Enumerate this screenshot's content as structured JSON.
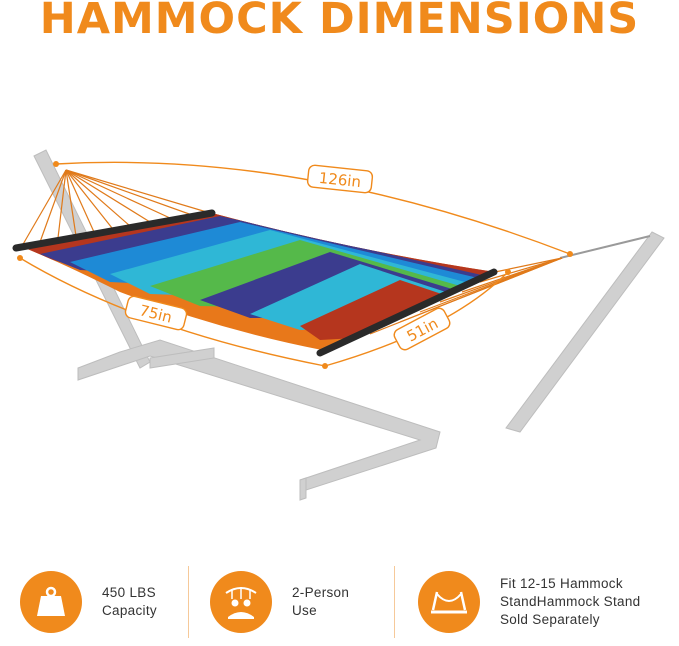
{
  "title": "HAMMOCK DIMENSIONS",
  "dimensions": {
    "length": "126in",
    "bed_length": "75in",
    "width": "51in"
  },
  "features": [
    {
      "icon": "weight-icon",
      "line1": "450 LBS",
      "line2": "Capacity",
      "line3": ""
    },
    {
      "icon": "two-person-icon",
      "line1": "2-Person",
      "line2": "Use",
      "line3": ""
    },
    {
      "icon": "hammock-stand-icon",
      "line1": "Fit 12-15 Hammock",
      "line2": "StandHammock Stand",
      "line3": "Sold Separately"
    }
  ],
  "colors": {
    "accent": "#f08a1c",
    "stand": "#d0d0d0",
    "spreader_bar": "#2a2a2a"
  }
}
